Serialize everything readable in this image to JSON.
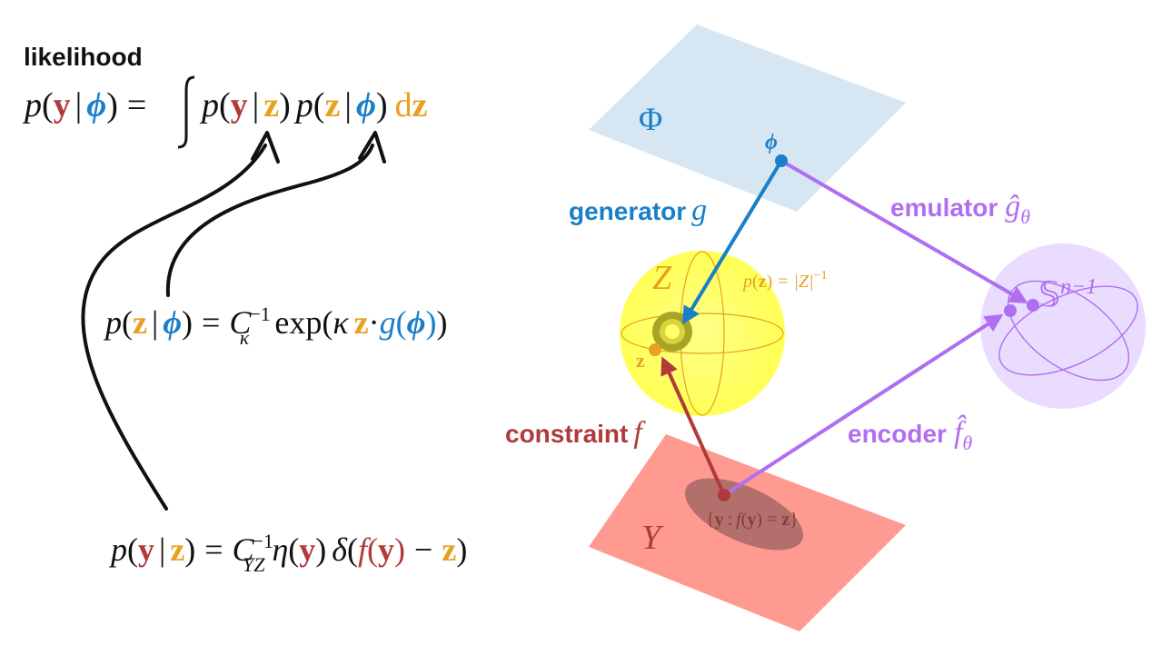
{
  "colors": {
    "y": "#b03a3a",
    "z": "#e8a020",
    "phi": "#1a7fc9",
    "theta": "#b06ef0",
    "text": "#111111",
    "arrow_black": "#111111",
    "plane_phi": "#d6e6f3",
    "plane_y": "#ff9a90",
    "sphere_z": "#ffff66",
    "sphere_s": "#eadcff"
  },
  "likelihood": {
    "label": "likelihood",
    "eq": {
      "p": "p",
      "y": "y",
      "bar": "|",
      "phi": "ϕ",
      "eq": "=",
      "z": "z",
      "dz_d": "d",
      "dz_z": "z"
    }
  },
  "eq_z_phi": {
    "p": "p",
    "z": "z",
    "bar": "|",
    "phi": "ϕ",
    "eq": "=",
    "C": "C",
    "C_sub": "κ",
    "C_sup": "−1",
    "exp": "exp",
    "kappa": "κ",
    "dot": "·",
    "g": "g"
  },
  "eq_y_z": {
    "p": "p",
    "y": "y",
    "bar": "|",
    "z": "z",
    "eq": "=",
    "C": "C",
    "C_sub": "YZ",
    "C_sup": "−1",
    "eta": "η",
    "delta": "δ",
    "f": "f",
    "minus": "−"
  },
  "diagram": {
    "phi_space": "Φ",
    "phi_point": "ϕ",
    "generator_word": "generator",
    "generator_sym": "g",
    "emulator_word": "emulator",
    "emulator_sym": "ĝ",
    "emulator_sub": "θ",
    "z_space": "Z",
    "z_point": "z",
    "pz_label": {
      "p": "p",
      "z": "z",
      "eq": "=",
      "Z": "|Z|",
      "sup": "−1"
    },
    "s_space": "𝕊",
    "s_sup": "n−1",
    "constraint_word": "constraint",
    "constraint_sym": "f",
    "encoder_word": "encoder",
    "encoder_sym": "f̂",
    "encoder_sub": "θ",
    "y_space": "Y",
    "set_label": {
      "open": "{",
      "y1": "y",
      "colon": ":",
      "f": "f",
      "y2": "y",
      "eq": "=",
      "z": "z",
      "close": "}"
    }
  }
}
